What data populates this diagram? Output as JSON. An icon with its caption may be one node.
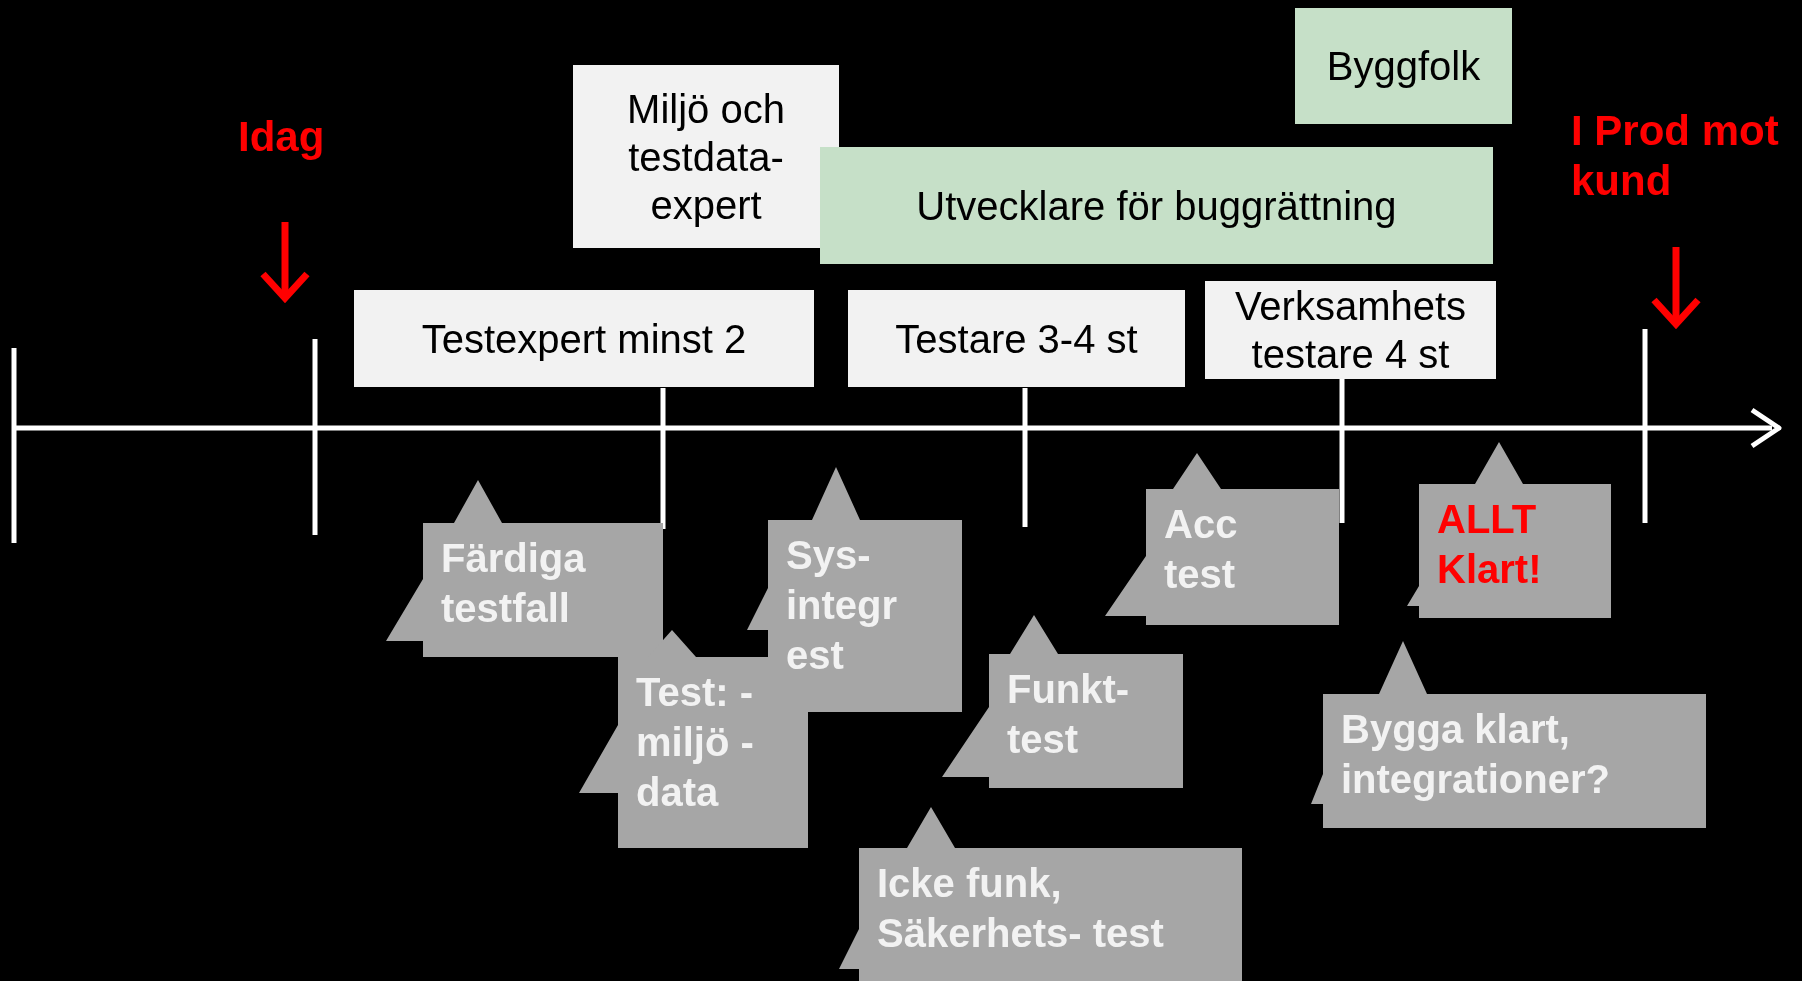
{
  "diagram": {
    "nodes": [
      {
        "text": [
          "Byggfolk"
        ]
      },
      {
        "text": [
          "Miljö och testdata-expert"
        ]
      },
      {
        "text": [
          "Utvecklare för buggrättning"
        ]
      },
      {
        "text": [
          "Testexpert minst 2"
        ]
      },
      {
        "text": [
          "Testare 3-4 st"
        ]
      },
      {
        "text": [
          "Verksamhets testare 4 st"
        ]
      },
      {
        "text": [
          "Färdiga testfall"
        ]
      },
      {
        "text": [
          "Sys- integr est"
        ]
      },
      {
        "text": [
          "Test: -miljö -data"
        ]
      },
      {
        "text": [
          "Acc test"
        ]
      },
      {
        "text": [
          "ALLT Klart!"
        ]
      },
      {
        "text": [
          "Funkt- test"
        ]
      },
      {
        "text": [
          "Bygga klart, integrationer?"
        ]
      },
      {
        "text": [
          "Icke funk, Säkerhets- test"
        ]
      }
    ],
    "edges": [],
    "labels": [
      "Idag",
      "I Prod mot kund"
    ]
  }
}
